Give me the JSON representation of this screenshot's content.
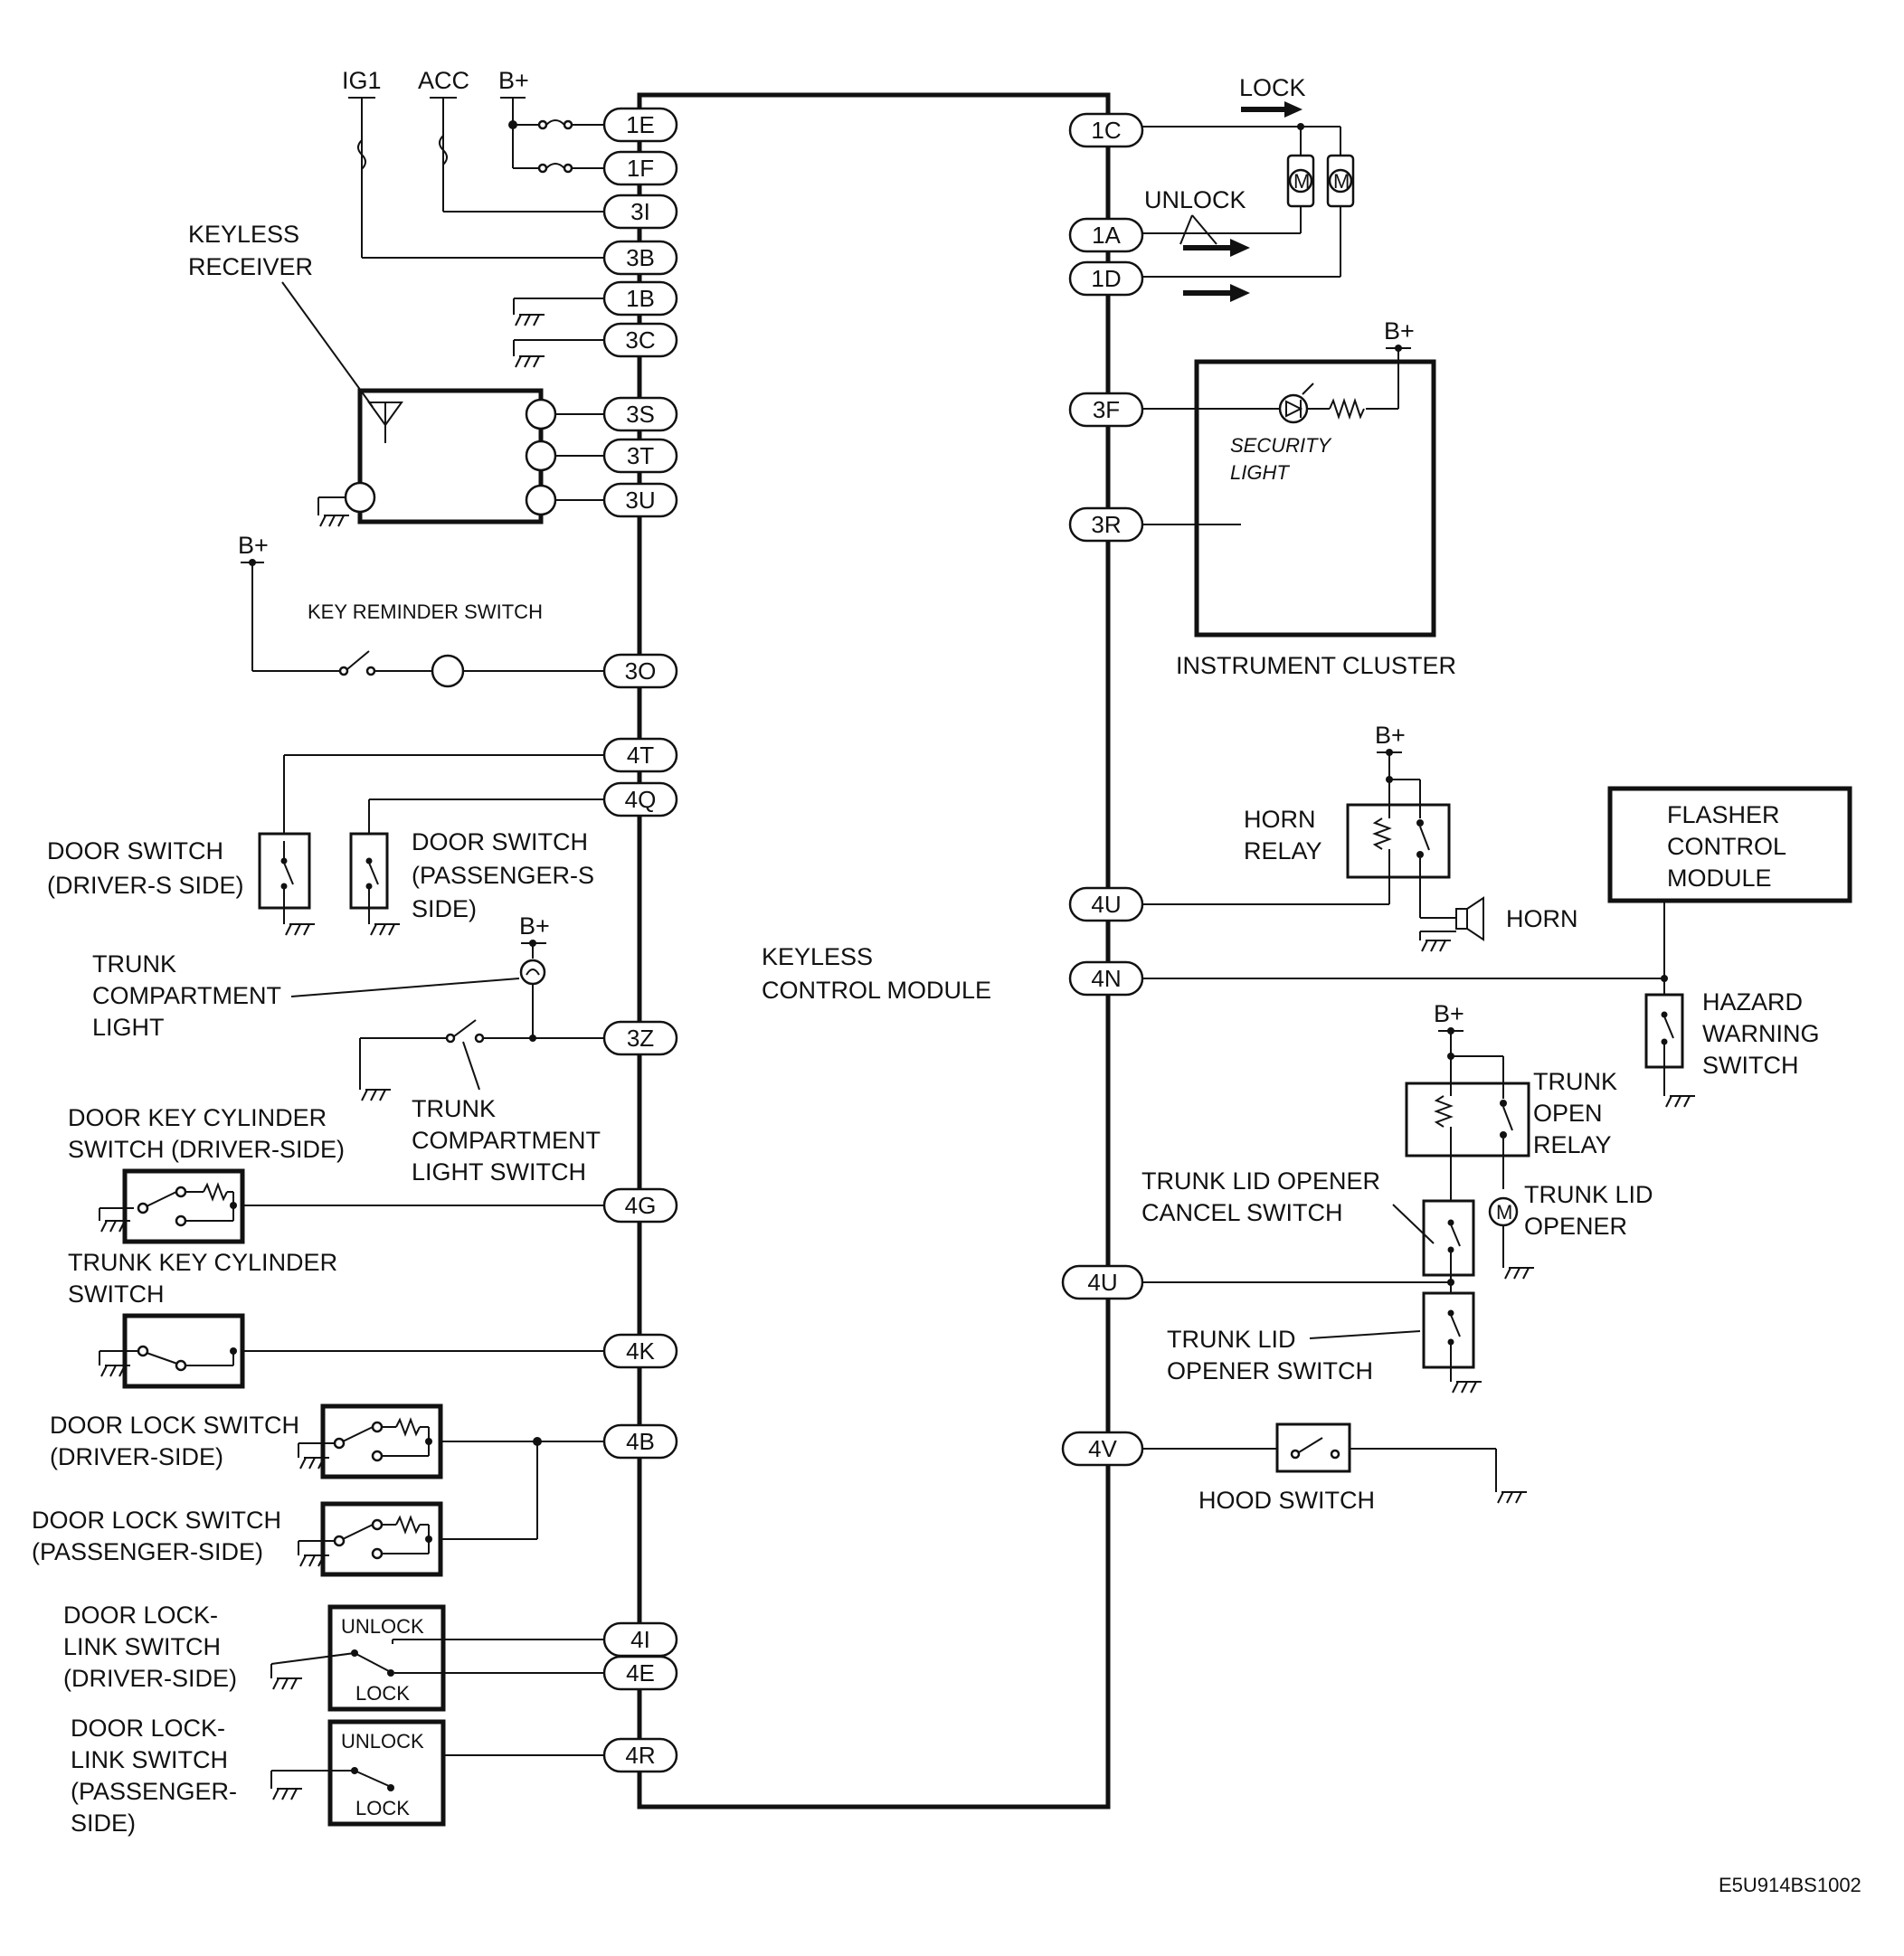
{
  "module": {
    "label_line1": "KEYLESS",
    "label_line2": "CONTROL MODULE"
  },
  "pins": {
    "p1E": "1E",
    "p1F": "1F",
    "p3I": "3I",
    "p3B": "3B",
    "p1B": "1B",
    "p3C": "3C",
    "p3S": "3S",
    "p3T": "3T",
    "p3U": "3U",
    "p3O": "3O",
    "p4T": "4T",
    "p4Q": "4Q",
    "p3Z": "3Z",
    "p4G": "4G",
    "p4K": "4K",
    "p4B": "4B",
    "p4I": "4I",
    "p4E": "4E",
    "p4R": "4R",
    "p1C": "1C",
    "p1A": "1A",
    "p1D": "1D",
    "p3F": "3F",
    "p3R": "3R",
    "p4U_horn": "4U",
    "p4N": "4N",
    "p4U_trunk": "4U",
    "p4V": "4V"
  },
  "power": {
    "ig1": "IG1",
    "acc": "ACC",
    "bplus": "B+"
  },
  "motor_symbol": "M",
  "labels": {
    "lock": "LOCK",
    "unlock": "UNLOCK",
    "keyless_receiver_1": "KEYLESS",
    "keyless_receiver_2": "RECEIVER",
    "key_reminder_switch": "KEY REMINDER SWITCH",
    "door_switch_driver_1": "DOOR SWITCH",
    "door_switch_driver_2": "(DRIVER-S SIDE)",
    "door_switch_pass_1": "DOOR SWITCH",
    "door_switch_pass_2": "(PASSENGER-S",
    "door_switch_pass_3": "SIDE)",
    "trunk_light_1": "TRUNK",
    "trunk_light_2": "COMPARTMENT",
    "trunk_light_3": "LIGHT",
    "trunk_light_sw_1": "TRUNK",
    "trunk_light_sw_2": "COMPARTMENT",
    "trunk_light_sw_3": "LIGHT SWITCH",
    "dkc_driver_1": "DOOR KEY CYLINDER",
    "dkc_driver_2": "SWITCH (DRIVER-SIDE)",
    "tkc_1": "TRUNK KEY CYLINDER",
    "tkc_2": "SWITCH",
    "dls_driver_1": "DOOR LOCK SWITCH",
    "dls_driver_2": "(DRIVER-SIDE)",
    "dls_pass_1": "DOOR LOCK SWITCH",
    "dls_pass_2": "(PASSENGER-SIDE)",
    "dll_driver_1": "DOOR LOCK-",
    "dll_driver_2": "LINK SWITCH",
    "dll_driver_3": "(DRIVER-SIDE)",
    "dll_pass_1": "DOOR LOCK-",
    "dll_pass_2": "LINK SWITCH",
    "dll_pass_3": "(PASSENGER-",
    "dll_pass_4": "SIDE)",
    "unlock_small": "UNLOCK",
    "lock_small": "LOCK",
    "security_light_1": "SECURITY",
    "security_light_2": "LIGHT",
    "instrument_cluster": "INSTRUMENT CLUSTER",
    "horn_relay_1": "HORN",
    "horn_relay_2": "RELAY",
    "horn": "HORN",
    "flasher_1": "FLASHER",
    "flasher_2": "CONTROL",
    "flasher_3": "MODULE",
    "hazard_1": "HAZARD",
    "hazard_2": "WARNING",
    "hazard_3": "SWITCH",
    "trunk_open_relay_1": "TRUNK",
    "trunk_open_relay_2": "OPEN",
    "trunk_open_relay_3": "RELAY",
    "tlo_cancel_1": "TRUNK LID OPENER",
    "tlo_cancel_2": "CANCEL SWITCH",
    "trunk_lid_opener_1": "TRUNK LID",
    "trunk_lid_opener_2": "OPENER",
    "tlo_switch_1": "TRUNK LID",
    "tlo_switch_2": "OPENER SWITCH",
    "hood_switch": "HOOD SWITCH",
    "figure_code": "E5U914BS1002"
  }
}
